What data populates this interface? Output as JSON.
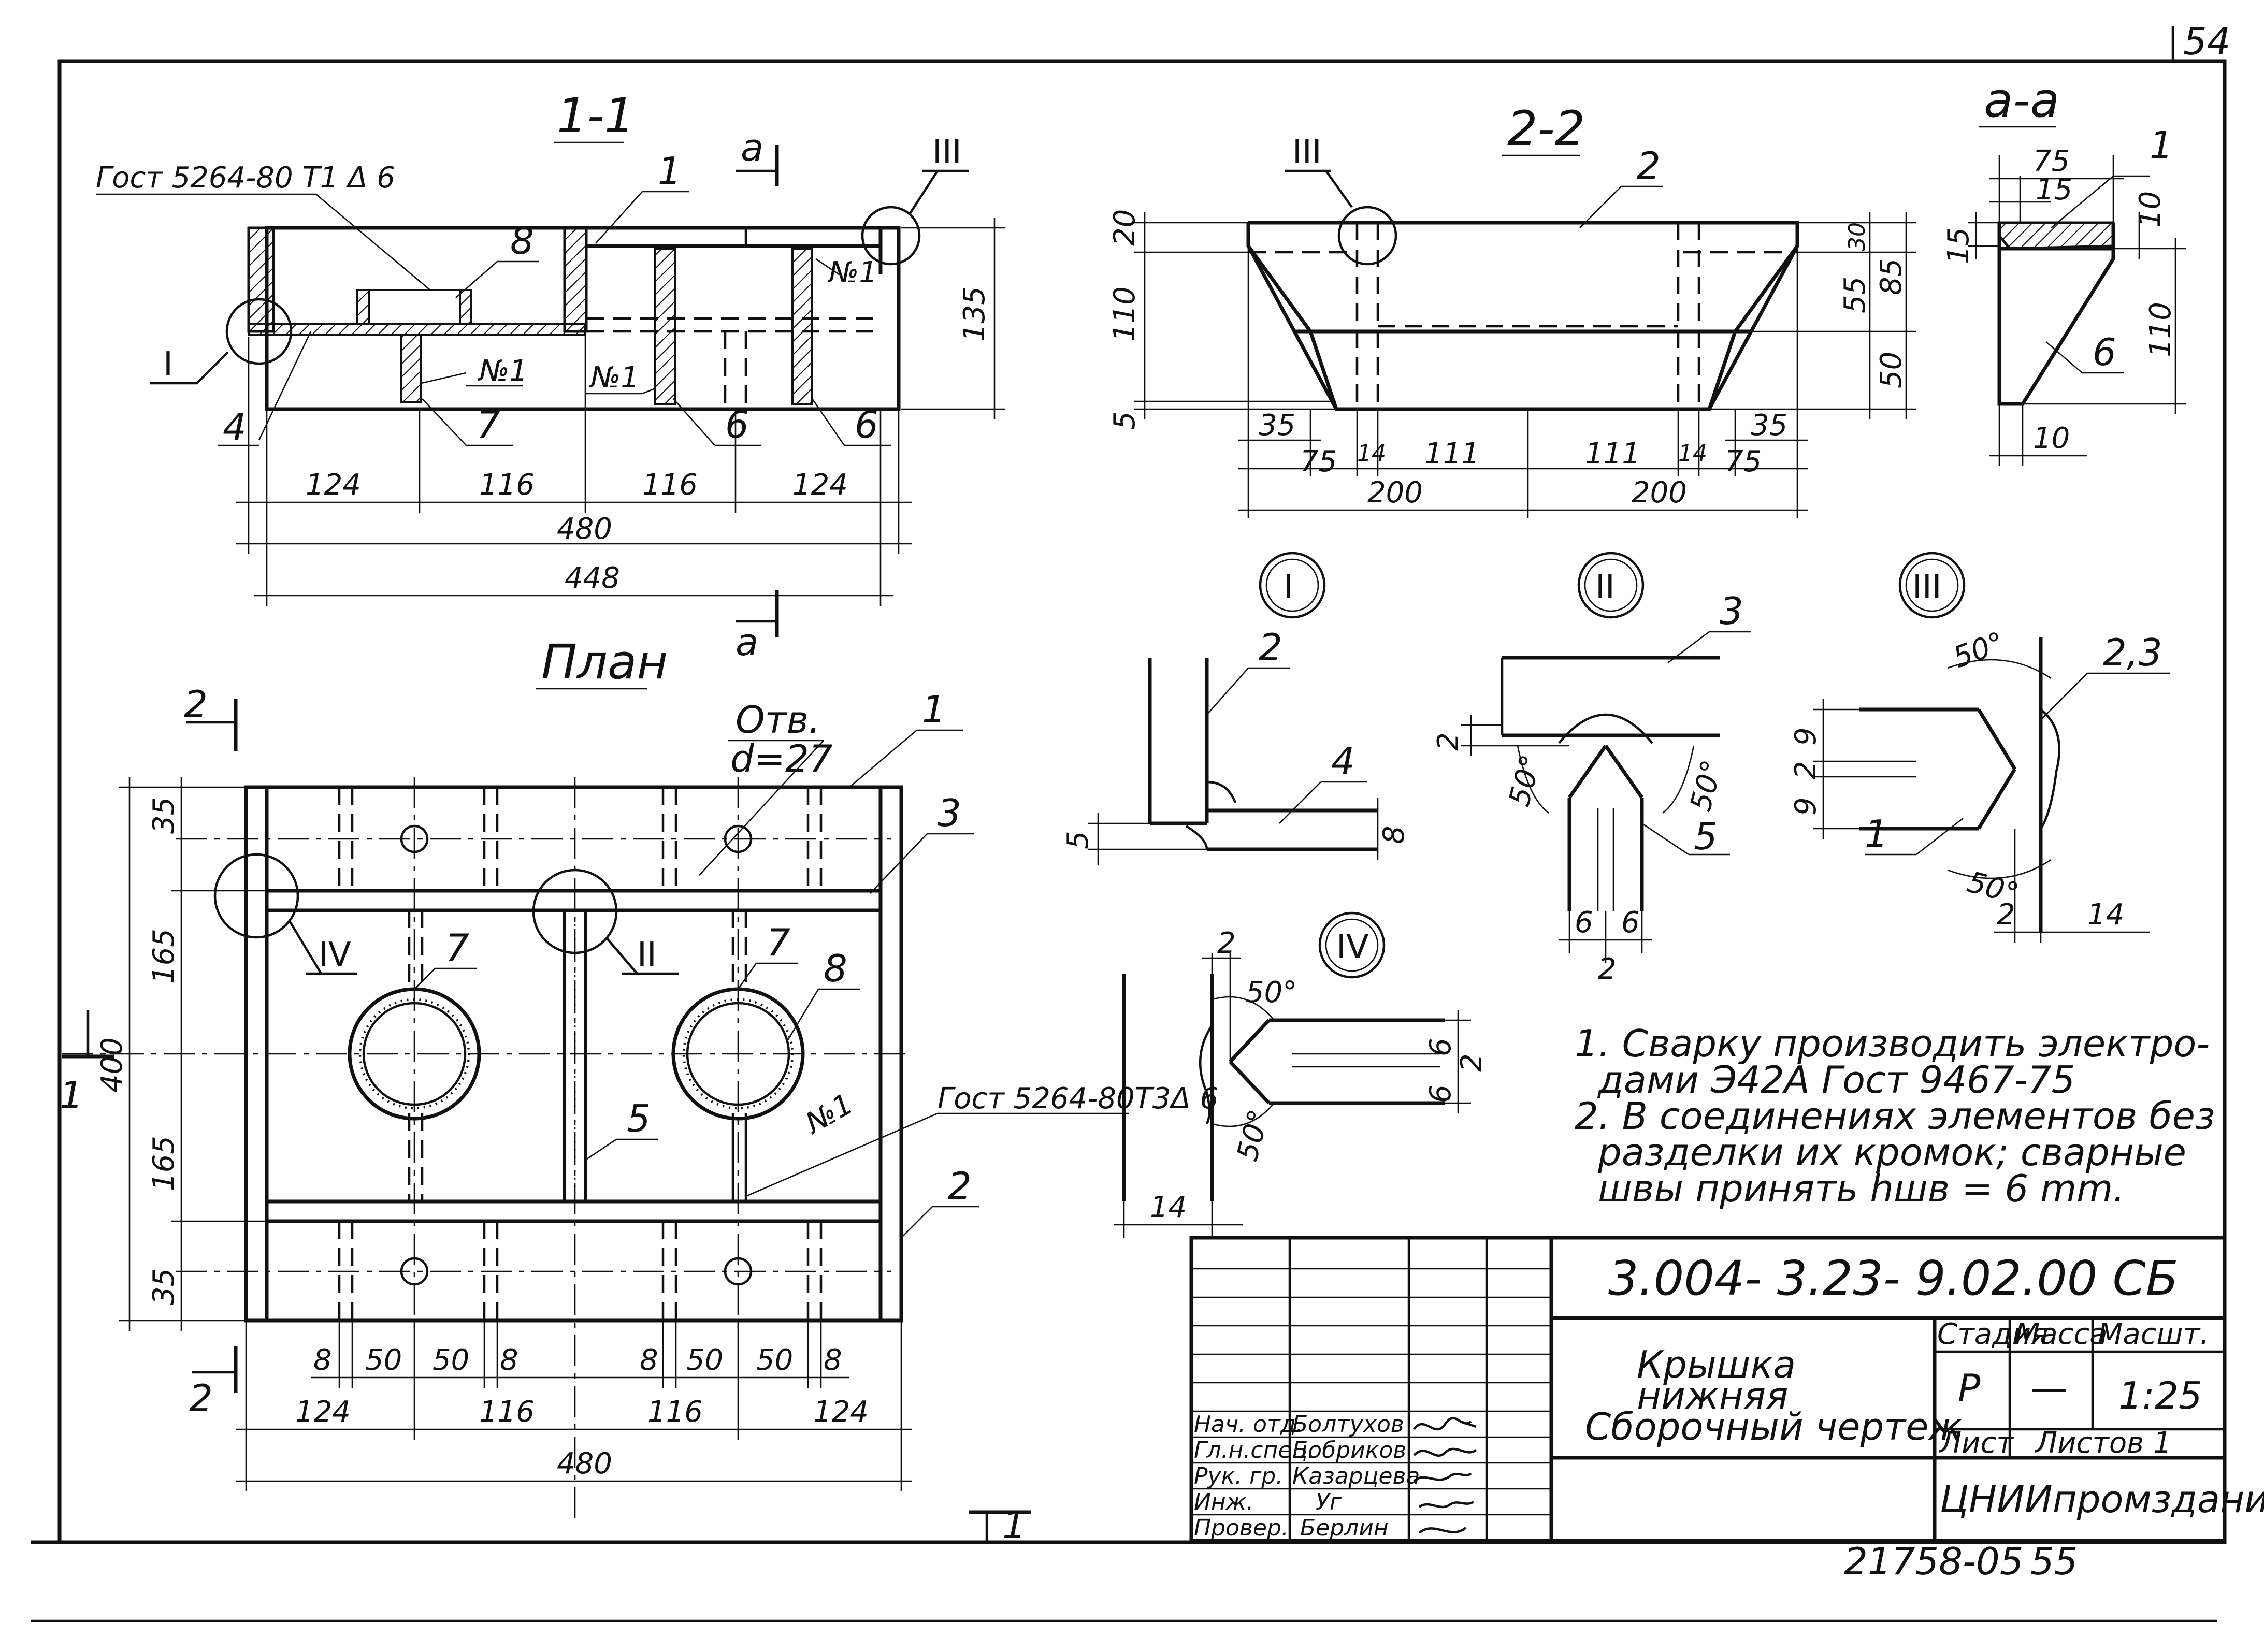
{
  "sheet_number": "54",
  "colors": {
    "ink": "#111111",
    "paper": "#ffffff",
    "hatch": "#111111"
  },
  "sections": {
    "s11": {
      "title": "1-1",
      "weld_note": "Гост 5264-80 Т1 Δ 6",
      "cut_mark": "а",
      "node_tags": [
        "I",
        "III"
      ],
      "callouts": [
        "1",
        "8",
        "№1",
        "№1",
        "№1",
        "4",
        "7",
        "6",
        "6"
      ],
      "dims": [
        "124",
        "116",
        "116",
        "124",
        "480",
        "448",
        "135"
      ]
    },
    "s22": {
      "title": "2-2",
      "node_tag": "III",
      "callout": "2",
      "dims_left": [
        "20",
        "110",
        "5"
      ],
      "dims_right": [
        "30",
        "55",
        "85",
        "50"
      ],
      "dims_bottom": [
        "35",
        "75",
        "14",
        "111",
        "111",
        "14",
        "35",
        "75",
        "200",
        "200"
      ]
    },
    "saa": {
      "title": "а-а",
      "dims": [
        "75",
        "15",
        "10",
        "15",
        "110",
        "10"
      ],
      "callouts": [
        "1",
        "6"
      ]
    },
    "plan": {
      "title": "План",
      "hole_note": "Отв.",
      "hole_diam": "d=27",
      "weld_note": "Гост 5264-80Т3Δ 6",
      "cut_marks": [
        "2",
        "2",
        "1",
        "1"
      ],
      "node_tags": [
        "IV",
        "II"
      ],
      "callouts": [
        "1",
        "3",
        "7",
        "8",
        "5",
        "№1",
        "2"
      ],
      "dims_left": [
        "35",
        "165",
        "400",
        "165",
        "35"
      ],
      "dims_bottom_small": [
        "8",
        "50",
        "50",
        "8",
        "8",
        "50",
        "50",
        "8"
      ],
      "dims_bottom": [
        "124",
        "116",
        "116",
        "124",
        "480"
      ]
    }
  },
  "details": {
    "d1": {
      "label": "I",
      "callouts": [
        "2",
        "4"
      ],
      "dims": [
        "5",
        "8"
      ]
    },
    "d2": {
      "label": "II",
      "callouts": [
        "3",
        "5"
      ],
      "angles": [
        "50°",
        "50°"
      ],
      "dims": [
        "2",
        "6",
        "6",
        "2"
      ]
    },
    "d3": {
      "label": "III",
      "callouts": [
        "2,3",
        "1"
      ],
      "angles": [
        "50°",
        "50°"
      ],
      "dims": [
        "9",
        "2",
        "9",
        "2",
        "14"
      ]
    },
    "d4": {
      "label": "IV",
      "angles": [
        "50°",
        "50°"
      ],
      "dims": [
        "2",
        "6",
        "2",
        "6",
        "14"
      ]
    }
  },
  "notes": {
    "n1_line1": "1. Сварку производить электро-",
    "n1_line2": "дами Э42А Гост 9467-75",
    "n2_line1": "2. В соединениях элементов без",
    "n2_line2": "разделки их кромок; сварные",
    "n2_line3": "швы принять hшв = 6 mm."
  },
  "title_block": {
    "doc_code": "3.004- 3.23- 9.02.00 СБ",
    "title_line1": "Крышка",
    "title_line2": "нижняя",
    "title_line3": "Сборочный чертеж",
    "stage_label": "Стадия",
    "mass_label": "Масса",
    "scale_label": "Масшт.",
    "stage_value": "Р",
    "mass_value": "—",
    "scale_value": "1:25",
    "sheet_label": "Лист",
    "sheets_label": "Листов 1",
    "org": "ЦНИИпромзданий",
    "roles": [
      "Нач. отд.",
      "Гл.н.спец.",
      "Рук. гр.",
      "Инж.",
      "Провер."
    ],
    "names": [
      "Болтухов",
      "Бобриков",
      "Казарцева",
      "Уг",
      "Берлин"
    ]
  },
  "footer": {
    "inventory": "21758-05",
    "page": "55"
  }
}
